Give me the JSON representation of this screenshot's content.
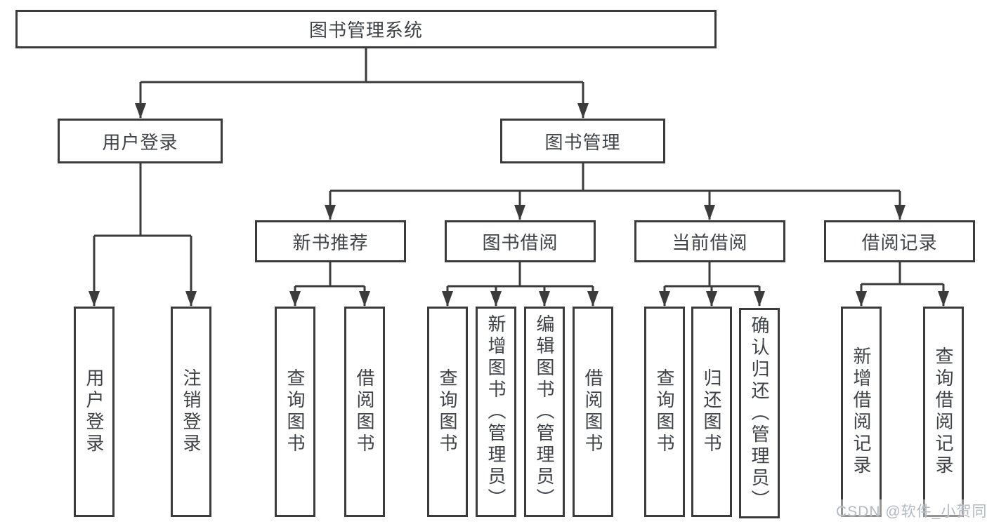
{
  "watermark": "CSDN @软件_小贺同学",
  "colors": {
    "line": "#3b3b3b",
    "box_border": "#3b3b3b",
    "text": "#3e4246",
    "watermark_text": "#b2b9c1",
    "background": "#ffffff"
  },
  "tree": {
    "root": {
      "label": "图书管理系统",
      "children": [
        {
          "label": "用户登录",
          "children": [
            {
              "label": "用户登录"
            },
            {
              "label": "注销登录"
            }
          ]
        },
        {
          "label": "图书管理",
          "children": [
            {
              "label": "新书推荐",
              "children": [
                {
                  "label": "查询图书"
                },
                {
                  "label": "借阅图书"
                }
              ]
            },
            {
              "label": "图书借阅",
              "children": [
                {
                  "label": "查询图书"
                },
                {
                  "label": "新增图书（管理员）"
                },
                {
                  "label": "编辑图书（管理员）"
                },
                {
                  "label": "借阅图书"
                }
              ]
            },
            {
              "label": "当前借阅",
              "children": [
                {
                  "label": "查询图书"
                },
                {
                  "label": "归还图书"
                },
                {
                  "label": "确认归还（管理员）"
                }
              ]
            },
            {
              "label": "借阅记录",
              "children": [
                {
                  "label": "新增借阅记录"
                },
                {
                  "label": "查询借阅记录"
                }
              ]
            }
          ]
        }
      ]
    }
  }
}
